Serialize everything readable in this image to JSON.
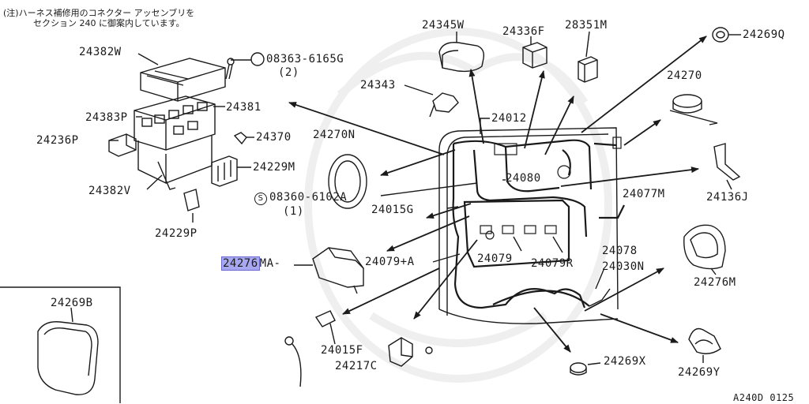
{
  "note": {
    "line1": "(注)ハーネス補修用のコネクター アッセンブリを",
    "line2": "セクション 240 に御案内しています。"
  },
  "labels": {
    "p24382W": "24382W",
    "p08363": "08363-6165G",
    "p08363_qty": "(2)",
    "p24343": "24343",
    "p24345W": "24345W",
    "p24336F": "24336F",
    "p28351M": "28351M",
    "p24269Q": "24269Q",
    "p24381": "24381",
    "p24383P": "24383P",
    "p24236P": "24236P",
    "p24370": "24370",
    "p24270N": "24270N",
    "p24012": "24012",
    "p24270": "24270",
    "p24229M": "24229M",
    "p24382V": "24382V",
    "p08360": "08360-6102A",
    "p08360_qty": "(1)",
    "p24080": "24080",
    "p24136J": "24136J",
    "p24015G": "24015G",
    "p24077M": "24077M",
    "p24229P": "24229P",
    "p24276MA_hl": "24276",
    "p24276MA_rest": "MA",
    "p24079A": "24079+A",
    "p24078": "24078",
    "p24079": "24079",
    "p24079R": "24079R",
    "p24030N": "24030N",
    "p24276M": "24276M",
    "p24269B": "24269B",
    "p24015F": "24015F",
    "p24217C": "24217C",
    "p24269X": "24269X",
    "p24269Y": "24269Y",
    "code": "A240D 0125"
  },
  "colors": {
    "line": "#1a1a1a",
    "highlight": "#a8a8f0"
  }
}
